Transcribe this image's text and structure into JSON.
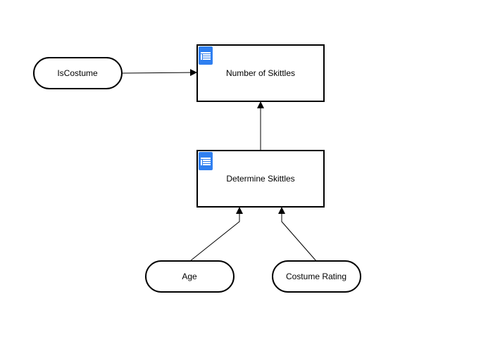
{
  "diagram": {
    "nodes": {
      "number_of_skittles": {
        "label": "Number of Skittles",
        "kind": "decision-table",
        "icon": "table-icon"
      },
      "determine_skittles": {
        "label": "Determine Skittles",
        "kind": "decision-table",
        "icon": "table-icon"
      },
      "is_costume": {
        "label": "IsCostume",
        "kind": "input-data"
      },
      "age": {
        "label": "Age",
        "kind": "input-data"
      },
      "costume_rating": {
        "label": "Costume Rating",
        "kind": "input-data"
      }
    },
    "edges": [
      {
        "from": "IsCostume",
        "to": "Number of Skittles"
      },
      {
        "from": "Determine Skittles",
        "to": "Number of Skittles"
      },
      {
        "from": "Age",
        "to": "Determine Skittles"
      },
      {
        "from": "Costume Rating",
        "to": "Determine Skittles"
      }
    ],
    "colors": {
      "icon_fill": "#2f7ff0",
      "stroke": "#000000",
      "background": "#ffffff"
    }
  }
}
